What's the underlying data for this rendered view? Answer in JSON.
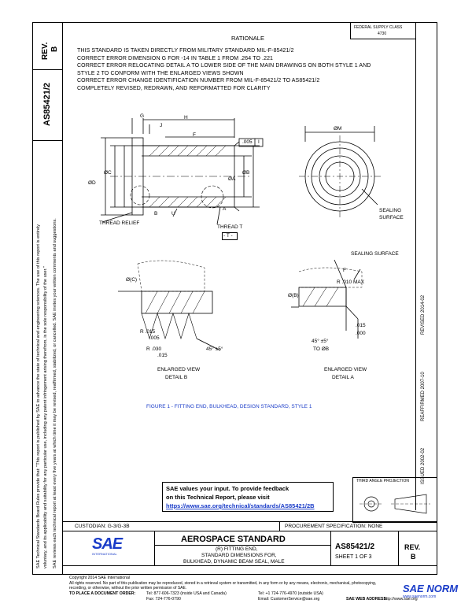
{
  "header": {
    "rev_label": "REV.",
    "rev_value": "B",
    "doc_number": "AS85421/2",
    "fed_supply": "FEDERAL SUPPLY CLASS",
    "fed_supply_num": "4730"
  },
  "rationale": {
    "title": "RATIONALE",
    "lines": [
      "THIS STANDARD IS TAKEN DIRECTLY FROM MILITARY STANDARD MIL-F-85421/2",
      "CORRECT ERROR DIMENSION G FOR -14 IN TABLE 1 FROM .264 TO .221",
      "CORRECT ERROR RELOCATING DETAIL A TO LOWER SIDE OF THE MAIN DRAWINGS ON BOTH STYLE 1 AND",
      "STYLE 2 TO CONFORM WITH THE ENLARGED VIEWS SHOWN",
      "CORRECT ERROR CHANGE IDENTIFICATION NUMBER FROM MIL-F-85421/2 TO AS85421/2",
      "COMPLETELY REVISED, REDRAWN, AND REFORMATTED FOR CLARITY"
    ]
  },
  "side_notice": {
    "line1": "SAE Technical Standards Board Rules provide that: \"This report is published by SAE to advance the state of technical and engineering sciences. The use of this report is entirely",
    "line2": "voluntary, and its applicability and suitability for any particular use, including any patent infringement arising therefrom, is the sole responsibility of the user.\"",
    "line3": "SAE reviews each technical report at least every five years at which time it may be revised, reaffirmed, stabilized, or cancelled. SAE invites your written comments and suggestions."
  },
  "right_margin": {
    "revised": "REVISED 2014-02",
    "reaffirmed": "REAFFIRMED 2007-10",
    "issued": "ISSUED 2002-02"
  },
  "drawing": {
    "labels": {
      "G": "G",
      "H": "H",
      "J": "J",
      "F": "F",
      "tol_005": ".005",
      "datum_I": "I",
      "OC": "ØC",
      "OD": "ØD",
      "OA": "ØA",
      "OB": "ØB",
      "U": "U",
      "A": "A",
      "B": "B",
      "thread_relief": "THREAD RELIEF",
      "thread_t": "THREAD T",
      "datum_t": "- T -",
      "OM": "ØM",
      "sealing_surface_1": "SEALING",
      "sealing_surface_2": "SURFACE",
      "sealing_surface_top": "SEALING SURFACE",
      "OC_detail": "Ø(C)",
      "OB_detail": "Ø(B)",
      "F_detail": "F",
      "r010": "R .010 MAX",
      "r015_1": "R .015",
      "r015_2": ".005",
      "r030_1": "R .030",
      "r030_2": ".015",
      "angle45": "45° ±5°",
      "dim015_1": ".015",
      "dim015_2": ".000",
      "angle45_a1": "45° ±5°",
      "angle45_a2": "TO ØB",
      "view_b_1": "ENLARGED VIEW",
      "view_b_2": "DETAIL B",
      "view_a_1": "ENLARGED VIEW",
      "view_a_2": "DETAIL A"
    },
    "figure_caption": "FIGURE 1 - FITTING END, BULKHEAD, DESIGN STANDARD, STYLE 1"
  },
  "feedback": {
    "line1": "SAE values your input. To provide feedback",
    "line2": "on this Technical Report, please visit",
    "url": "https://www.sae.org/technical/standards/AS85421/2B"
  },
  "projection": {
    "title": "THIRD ANGLE PROJECTION"
  },
  "title_block": {
    "custodian": "CUSTODIAN: G-3/G-3B",
    "procurement": "PROCUREMENT SPECIFICATION: NONE",
    "logo": "SAE",
    "logo_sub": "INTERNATIONAL",
    "aero_std": "AEROSPACE STANDARD",
    "title_l1": "(R) FITTING END,",
    "title_l2": "STANDARD DIMENSIONS FOR,",
    "title_l3": "BULKHEAD, DYNAMIC BEAM SEAL, MALE",
    "doc_number": "AS85421/2",
    "sheet": "SHEET 1 OF 3",
    "rev_label": "REV.",
    "rev_value": "B"
  },
  "footer": {
    "copyright": "Copyright 2014 SAE International",
    "rights": "All rights reserved. No part of this publication may be reproduced, stored in a retrieval system or transmitted, in any form or by any means, electronic, mechanical, photocopying,",
    "rights2": "recording, or otherwise, without the prior written permission of SAE.",
    "order_label": "TO PLACE A DOCUMENT ORDER:",
    "tel1": "Tel: 877-606-7323 (inside USA and Canada)",
    "tel2": "Tel: +1 724-776-4970 (outside USA)",
    "fax": "Fax: 724-776-0790",
    "email": "Email: CustomerService@sae.org",
    "web_label": "SAE WEB ADDRESS:",
    "web": "http://www.sae.org"
  },
  "watermark": {
    "text": "SAE NORM",
    "sub": "www.saenorm.com"
  }
}
